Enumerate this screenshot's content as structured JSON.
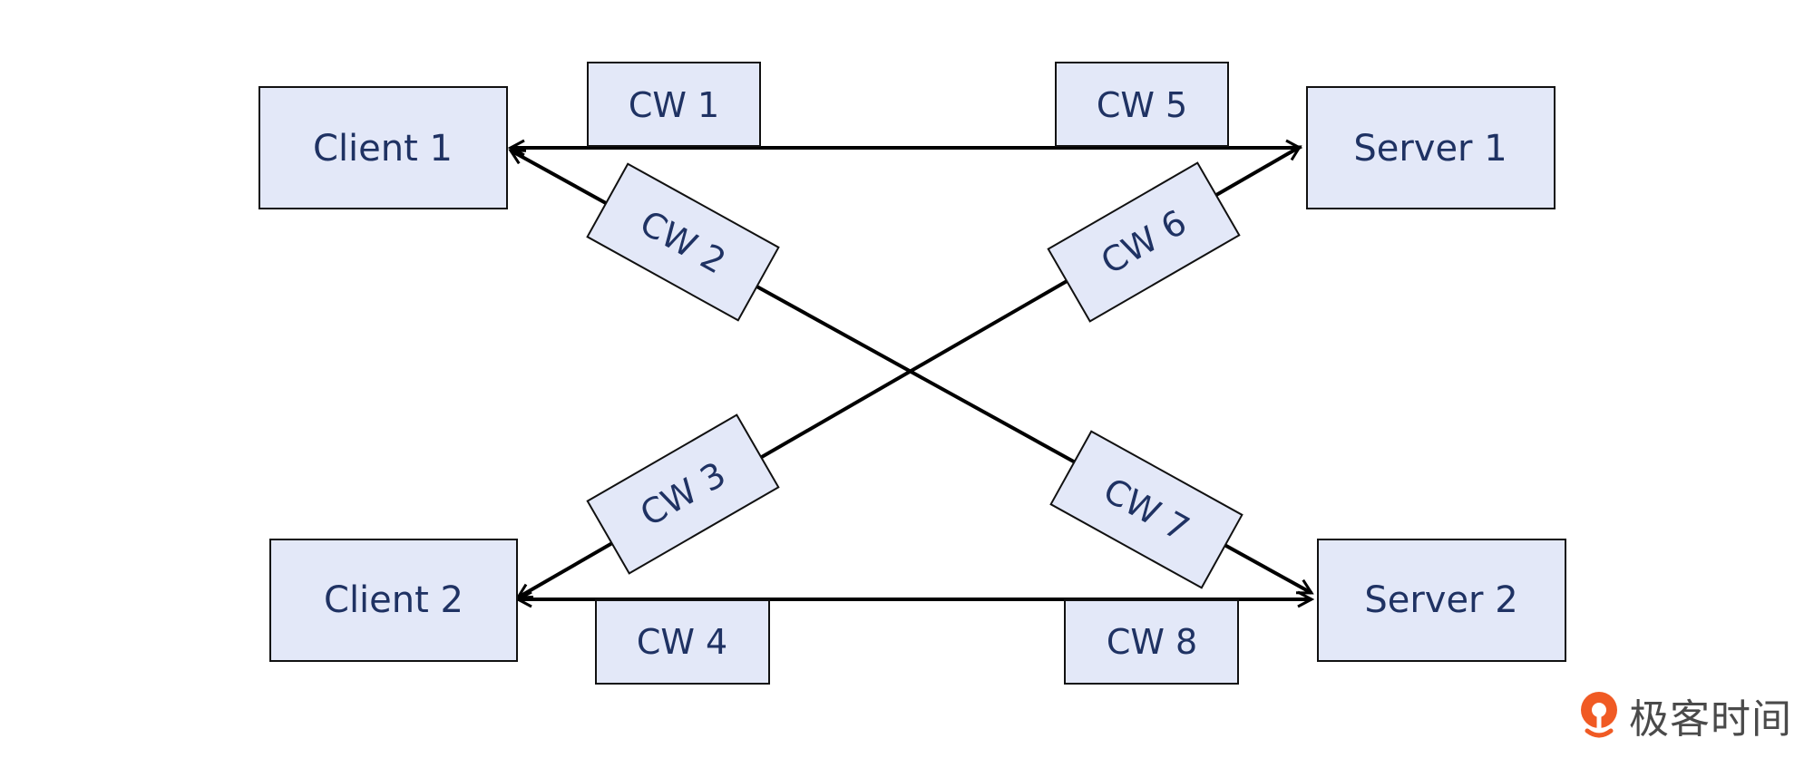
{
  "nodes": {
    "client1": "Client 1",
    "client2": "Client 2",
    "server1": "Server 1",
    "server2": "Server 2"
  },
  "windows": {
    "cw1": "CW 1",
    "cw2": "CW 2",
    "cw3": "CW 3",
    "cw4": "CW 4",
    "cw5": "CW 5",
    "cw6": "CW 6",
    "cw7": "CW 7",
    "cw8": "CW 8"
  },
  "brand": {
    "name": "极客时间",
    "logo_icon": "geektime-logo-icon",
    "logo_color": "#f05a24"
  },
  "colors": {
    "box_fill": "#e3e8f8",
    "text": "#1f3263",
    "line": "#000000"
  }
}
